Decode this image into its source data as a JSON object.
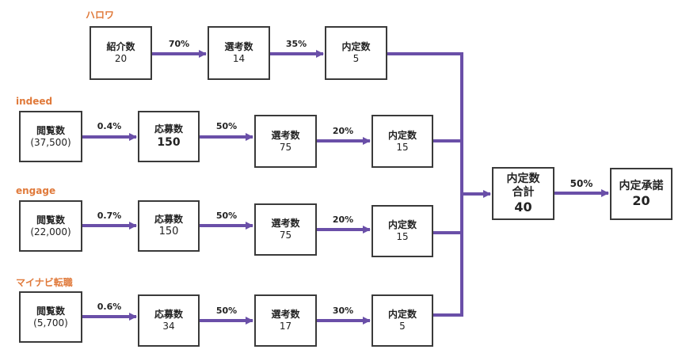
{
  "colors": {
    "connector": "#6a4fa8",
    "source_label": "#e07a3b",
    "box_border": "#3a3a3a"
  },
  "sources": [
    {
      "name": "ハロワ",
      "steps": [
        {
          "title": "紹介数",
          "value": "20"
        },
        {
          "title": "選考数",
          "value": "14"
        },
        {
          "title": "内定数",
          "value": "5"
        }
      ],
      "rates": [
        "70%",
        "35%"
      ]
    },
    {
      "name": "indeed",
      "steps": [
        {
          "title": "閲覧数",
          "value": "(37,500)"
        },
        {
          "title": "応募数",
          "value": "150"
        },
        {
          "title": "選考数",
          "value": "75"
        },
        {
          "title": "内定数",
          "value": "15"
        }
      ],
      "rates": [
        "0.4%",
        "50%",
        "20%"
      ]
    },
    {
      "name": "engage",
      "steps": [
        {
          "title": "閲覧数",
          "value": "(22,000)"
        },
        {
          "title": "応募数",
          "value": "150"
        },
        {
          "title": "選考数",
          "value": "75"
        },
        {
          "title": "内定数",
          "value": "15"
        }
      ],
      "rates": [
        "0.7%",
        "50%",
        "20%"
      ]
    },
    {
      "name": "マイナビ転職",
      "steps": [
        {
          "title": "閲覧数",
          "value": "(5,700)"
        },
        {
          "title": "応募数",
          "value": "34"
        },
        {
          "title": "選考数",
          "value": "17"
        },
        {
          "title": "内定数",
          "value": "5"
        }
      ],
      "rates": [
        "0.6%",
        "50%",
        "30%"
      ]
    }
  ],
  "total": {
    "title_line1": "内定数",
    "title_line2": "合計",
    "value": "40"
  },
  "final_rate": "50%",
  "final": {
    "title": "内定承諾",
    "value": "20"
  }
}
